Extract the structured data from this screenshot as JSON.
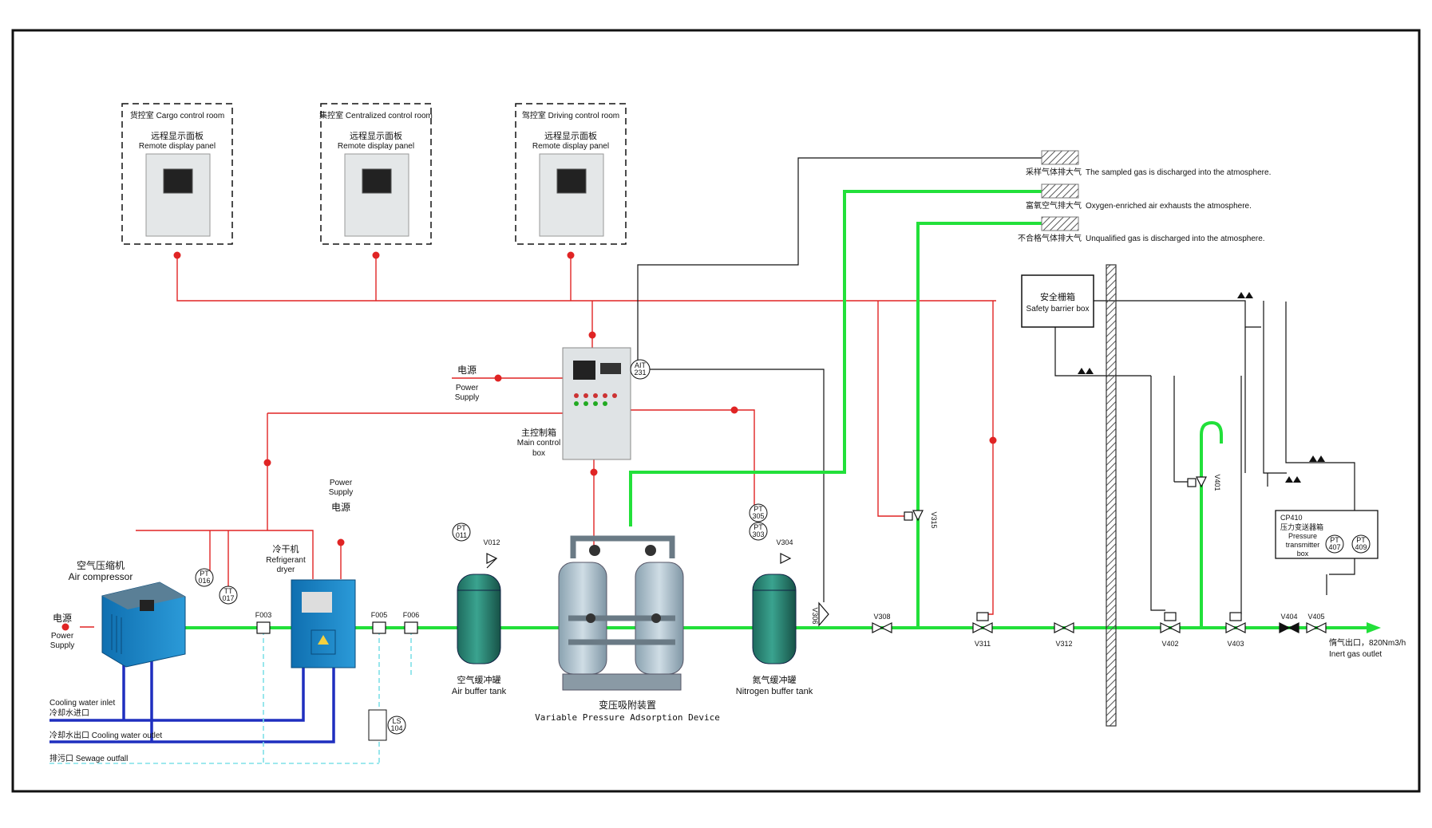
{
  "control_rooms": [
    {
      "room": "货控室  Cargo control room",
      "panel_cn": "远程显示面板",
      "panel_en": "Remote display panel"
    },
    {
      "room": "集控室  Centralized control room",
      "panel_cn": "远程显示面板",
      "panel_en": "Remote display panel"
    },
    {
      "room": "驾控室  Driving control room",
      "panel_cn": "远程显示面板",
      "panel_en": "Remote display panel"
    }
  ],
  "exhausts": [
    {
      "cn": "采样气体排大气",
      "en": "The sampled gas is discharged into the atmosphere."
    },
    {
      "cn": "富氧空气排大气",
      "en": "Oxygen-enriched air exhausts the atmosphere."
    },
    {
      "cn": "不合格气体排大气",
      "en": "Unqualified gas is discharged into the atmosphere."
    }
  ],
  "equipment": {
    "safety_barrier": {
      "cn": "安全栅箱",
      "en": "Safety barrier box"
    },
    "main_control": {
      "cn": "主控制箱",
      "en1": "Main control",
      "en2": "box"
    },
    "power_top": {
      "cn": "电源",
      "en1": "Power",
      "en2": "Supply"
    },
    "power_dryer": {
      "cn": "电源",
      "en1": "Power",
      "en2": "Supply"
    },
    "power_left": {
      "cn": "电源",
      "en1": "Power",
      "en2": "Supply"
    },
    "air_compressor": {
      "cn": "空气压缩机",
      "en": "Air compressor"
    },
    "dryer": {
      "cn": "冷干机",
      "en1": "Refrigerant",
      "en2": "dryer"
    },
    "air_tank": {
      "cn": "空气缓冲罐",
      "en": "Air buffer tank"
    },
    "psa": {
      "cn": "变压吸附装置",
      "en": "Variable Pressure Adsorption Device"
    },
    "n2_tank": {
      "cn": "氮气缓冲罐",
      "en": "Nitrogen buffer tank"
    },
    "pt_box": {
      "code": "CP410",
      "cn": "压力变送器箱",
      "en1": "Pressure",
      "en2": "transmitter",
      "en3": "box"
    },
    "outlet": {
      "cn": "惰气出口，820Nm3/h",
      "en": "Inert gas outlet"
    }
  },
  "utilities": {
    "cw_inlet_en": "Cooling water inlet",
    "cw_inlet_cn": "冷却水进口",
    "cw_outlet": "冷却水出口 Cooling water outlet",
    "sewage": "排污口  Sewage outfall"
  },
  "instruments": {
    "pt016": [
      "PT",
      "016"
    ],
    "tt017": [
      "TT",
      "017"
    ],
    "pt011": [
      "PT",
      "011"
    ],
    "pt305": [
      "PT",
      "305"
    ],
    "pt303": [
      "PT",
      "303"
    ],
    "ait231": [
      "AIT",
      "231"
    ],
    "ls104": [
      "LS",
      "104"
    ],
    "pt407": [
      "PT",
      "407"
    ],
    "pt409": [
      "PT",
      "409"
    ]
  },
  "valves": {
    "f003": "F003",
    "f005": "F005",
    "f006": "F006",
    "v012": "V012",
    "v304": "V304",
    "v306": "V306",
    "v308": "V308",
    "v311": "V311",
    "v312": "V312",
    "v315": "V315",
    "v401": "V401",
    "v402": "V402",
    "v403": "V403",
    "v404": "V404",
    "v405": "V405"
  },
  "colors": {
    "gas": "#22e03a",
    "signal": "#e02424",
    "water": "#1f2fbf",
    "drain": "#7ee0e8",
    "instrument": "#111111"
  }
}
